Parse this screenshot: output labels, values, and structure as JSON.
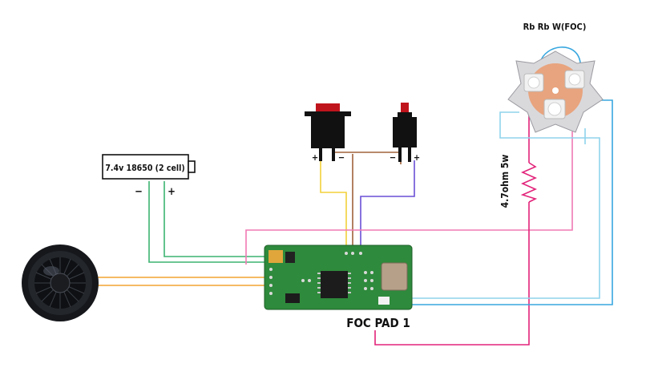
{
  "labels": {
    "battery": "7.4v 18650 (2 cell)",
    "battery_minus": "−",
    "battery_plus": "+",
    "led_title": "Rb Rb W(FOC)",
    "resistor": "4.7ohm 5w",
    "board": "FOC PAD 1",
    "switch1_plus": "+",
    "switch1_minus": "−",
    "switch2_minus": "−",
    "switch2_plus": "+"
  },
  "colors": {
    "wire_green": "#3cb371",
    "wire_orange": "#f4a431",
    "wire_yellow": "#f2d13a",
    "wire_brown": "#a0623a",
    "wire_purple": "#6a4fd6",
    "wire_pink": "#f07ab4",
    "wire_magenta": "#e2237a",
    "wire_lightblue": "#8fd3ec",
    "wire_blue": "#39a7df",
    "pcb": "#2e8a3c",
    "button_red": "#c0141c"
  },
  "icons": [
    "speaker-icon",
    "battery-icon",
    "momentary-switch-icon",
    "latching-switch-icon",
    "led-star-icon",
    "resistor-icon",
    "sound-board-icon"
  ]
}
